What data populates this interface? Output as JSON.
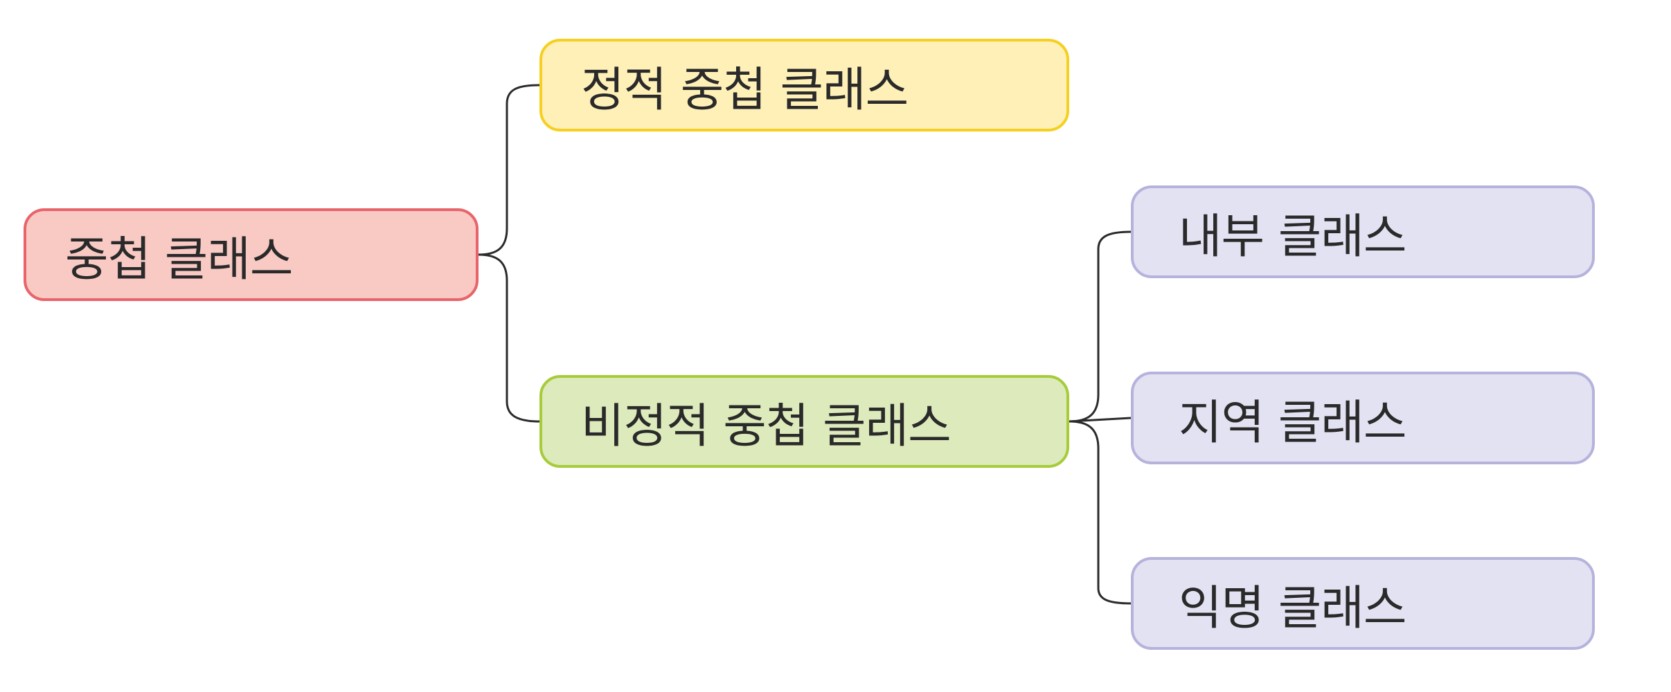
{
  "diagram": {
    "root": {
      "label": "중첩 클래스",
      "fill": "#f9c9c4",
      "border": "#e8646a"
    },
    "children": [
      {
        "key": "static",
        "label": "정적 중첩 클래스",
        "fill": "#fff0b8",
        "border": "#f5d020",
        "children": []
      },
      {
        "key": "nonstatic",
        "label": "비정적 중첩 클래스",
        "fill": "#ddeabb",
        "border": "#a6cc3a",
        "children": [
          {
            "key": "inner",
            "label": "내부 클래스",
            "fill": "#e3e2f2",
            "border": "#b5b3dc"
          },
          {
            "key": "local",
            "label": "지역 클래스",
            "fill": "#e3e2f2",
            "border": "#b5b3dc"
          },
          {
            "key": "anon",
            "label": "익명 클래스",
            "fill": "#e3e2f2",
            "border": "#b5b3dc"
          }
        ]
      }
    ],
    "connector_color": "#2b2b2b"
  }
}
